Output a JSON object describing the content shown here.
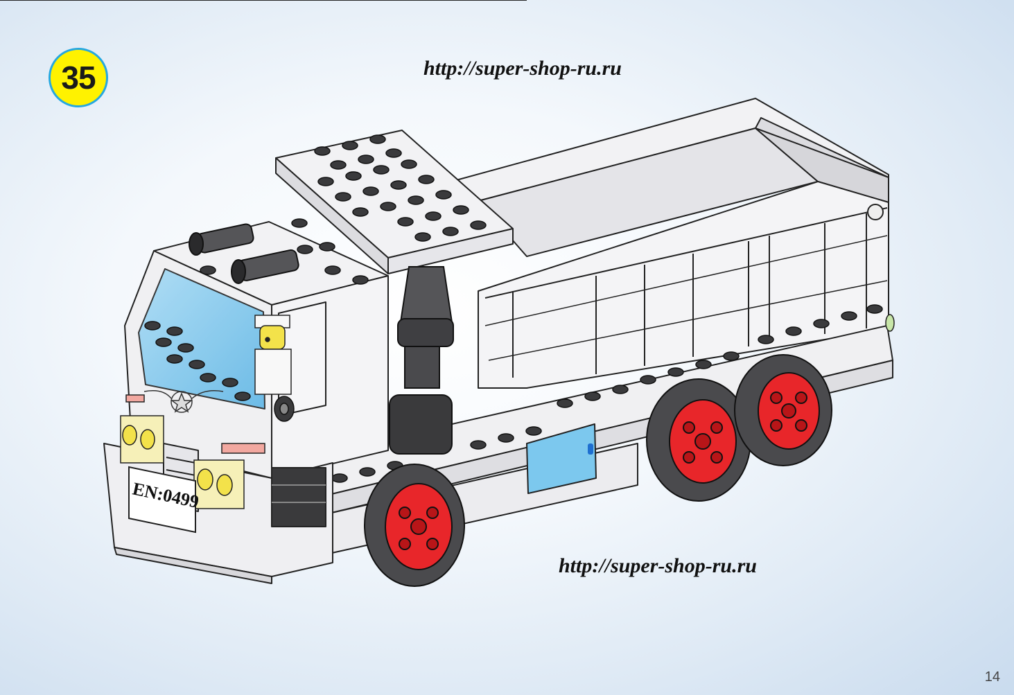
{
  "step": {
    "number": "35"
  },
  "watermark": {
    "top_url": "http://super-shop-ru.ru",
    "bottom_url": "http://super-shop-ru.ru"
  },
  "truck": {
    "license_plate": "EN:0499"
  },
  "colors": {
    "badge_fill": "#fff200",
    "badge_border": "#26a8e0",
    "brick_white": "#f0f0f2",
    "stud_dark": "#3a3a3c",
    "wheel_hub_red": "#e8262a",
    "glass_blue": "#7cc8ee",
    "headlight_yellow": "#f3e24a"
  },
  "footer": {
    "page_number": "14"
  }
}
